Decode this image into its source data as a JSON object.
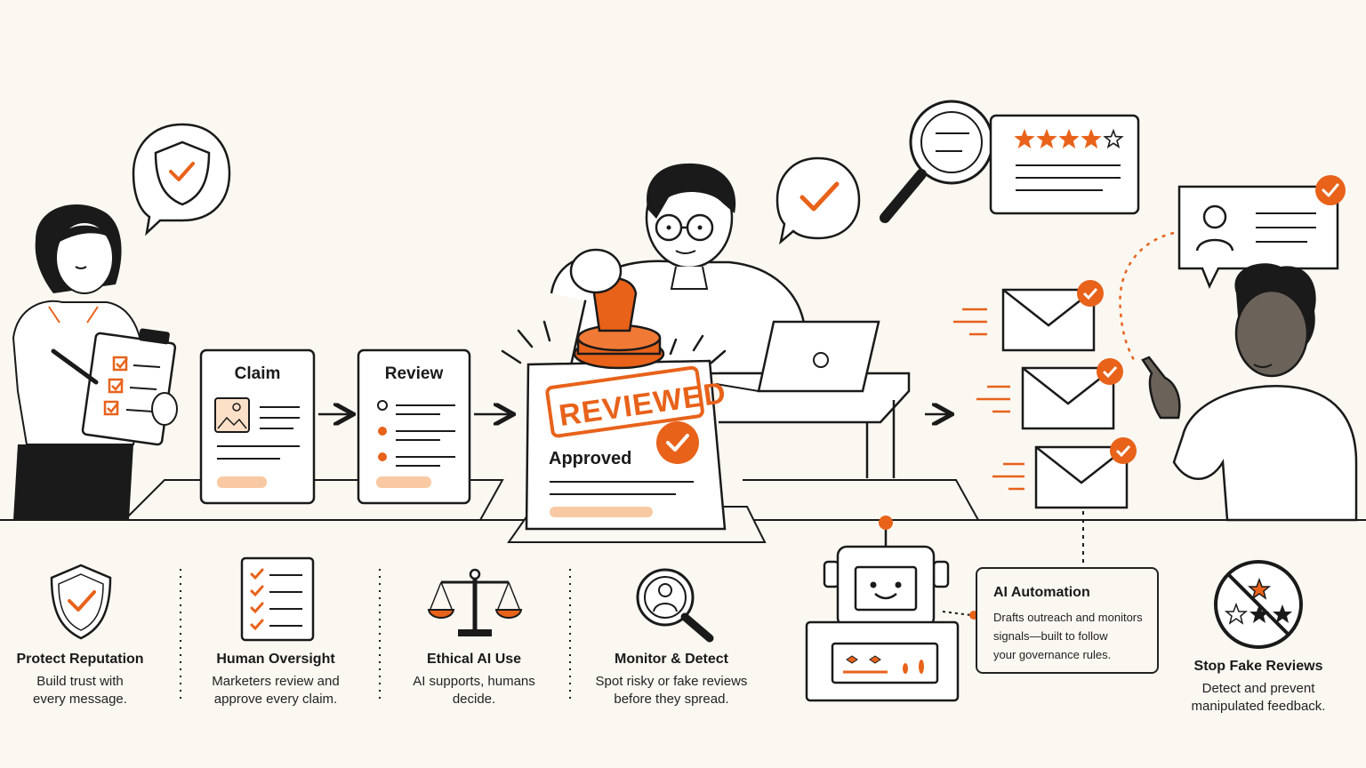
{
  "colors": {
    "accent": "#e8621a",
    "ink": "#1a1a1a",
    "background": "#fbf8f2",
    "accent_light": "#f9c9a4"
  },
  "workflow": {
    "claim_title": "Claim",
    "review_title": "Review",
    "stamp_text": "REVIEWED",
    "approved_text": "Approved"
  },
  "features": [
    {
      "title": "Protect Reputation",
      "desc_line1": "Build trust with",
      "desc_line2": "every message.",
      "icon": "shield-check-icon"
    },
    {
      "title": "Human Oversight",
      "desc_line1": "Marketers review and",
      "desc_line2": "approve every claim.",
      "icon": "checklist-icon"
    },
    {
      "title": "Ethical AI Use",
      "desc_line1": "AI supports, humans",
      "desc_line2": "decide.",
      "icon": "scales-icon"
    },
    {
      "title": "Monitor & Detect",
      "desc_line1": "Spot risky or fake reviews",
      "desc_line2": "before they spread.",
      "icon": "magnifier-user-icon"
    },
    {
      "title": "Stop Fake Reviews",
      "desc_line1": "Detect and prevent",
      "desc_line2": "manipulated feedback.",
      "icon": "no-fake-stars-icon"
    }
  ],
  "automation": {
    "title": "AI Automation",
    "line1": "Drafts outreach and monitors",
    "line2": "signals—built to follow",
    "line3": "your governance rules."
  },
  "review_card": {
    "filled_stars": 4,
    "total_stars": 5
  }
}
